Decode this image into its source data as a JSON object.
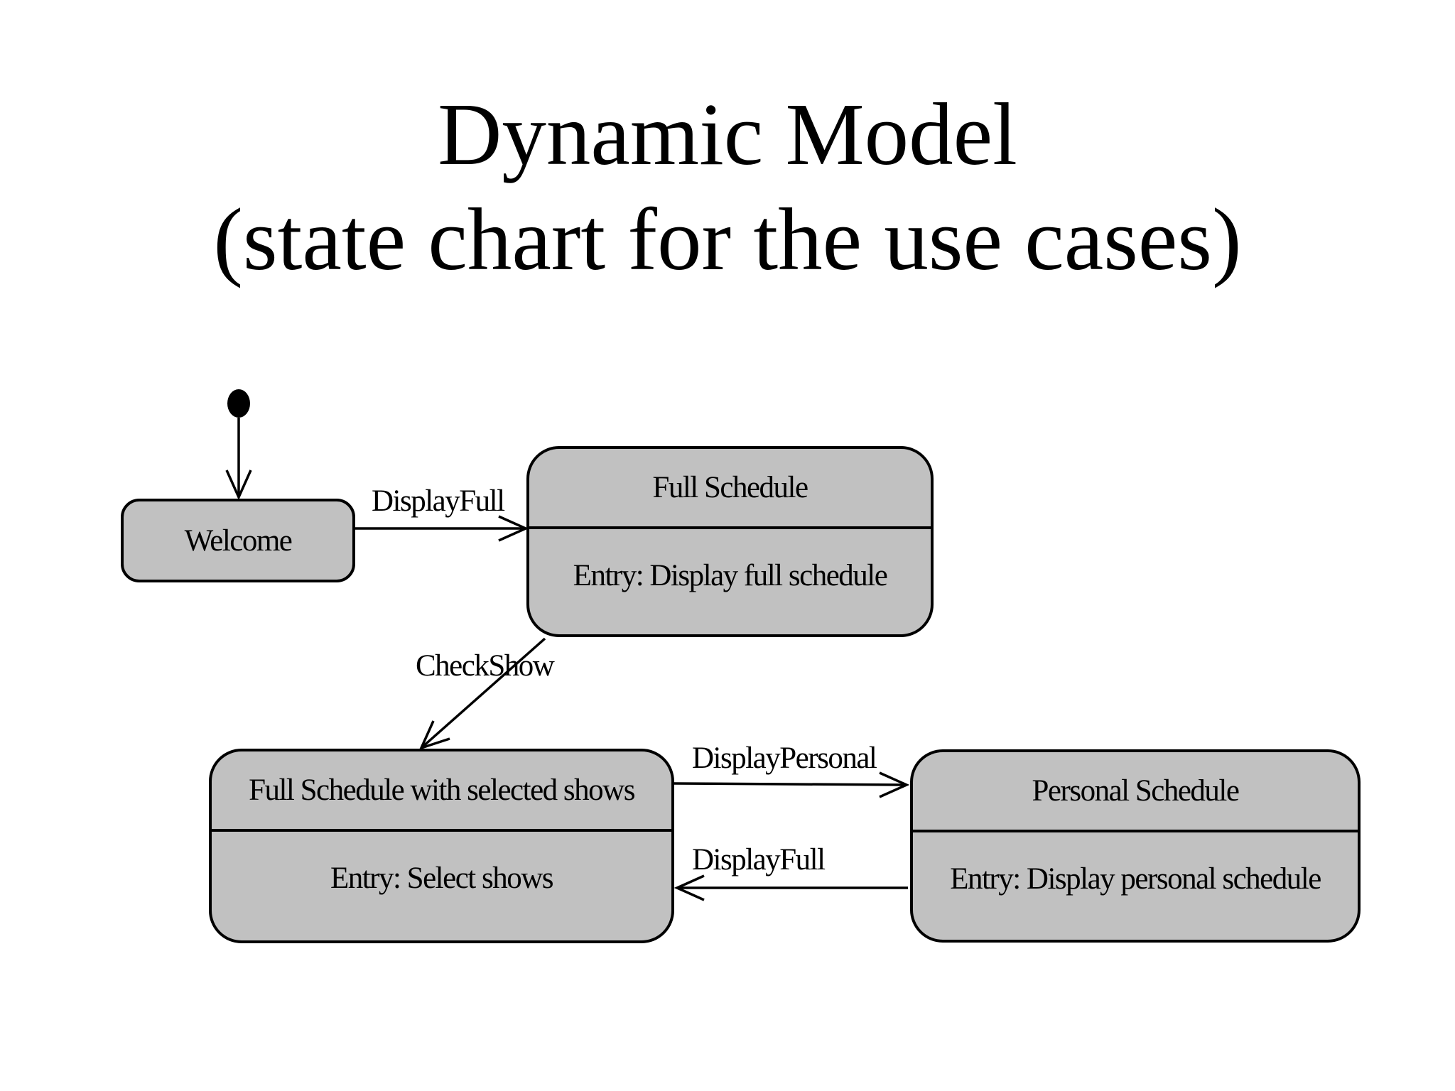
{
  "slide": {
    "title_line1": "Dynamic Model",
    "title_line2": "(state chart for the use cases)"
  },
  "colors": {
    "background": "#ffffff",
    "state_fill": "#c1c1c1",
    "stroke": "#000000"
  },
  "states": [
    {
      "id": "welcome",
      "title": "Welcome",
      "entry": ""
    },
    {
      "id": "full-schedule",
      "title": "Full Schedule",
      "entry": "Entry: Display full schedule"
    },
    {
      "id": "full-schedule-with-selected-shows",
      "title": "Full Schedule with selected shows",
      "entry": "Entry: Select shows"
    },
    {
      "id": "personal-schedule",
      "title": "Personal Schedule",
      "entry": "Entry: Display personal schedule"
    }
  ],
  "transitions": [
    {
      "from": "initial",
      "to": "welcome",
      "label": ""
    },
    {
      "from": "welcome",
      "to": "full-schedule",
      "label": "DisplayFull"
    },
    {
      "from": "full-schedule",
      "to": "full-schedule-with-selected-shows",
      "label": "CheckShow"
    },
    {
      "from": "full-schedule-with-selected-shows",
      "to": "personal-schedule",
      "label": "DisplayPersonal"
    },
    {
      "from": "personal-schedule",
      "to": "full-schedule-with-selected-shows",
      "label": "DisplayFull"
    }
  ]
}
